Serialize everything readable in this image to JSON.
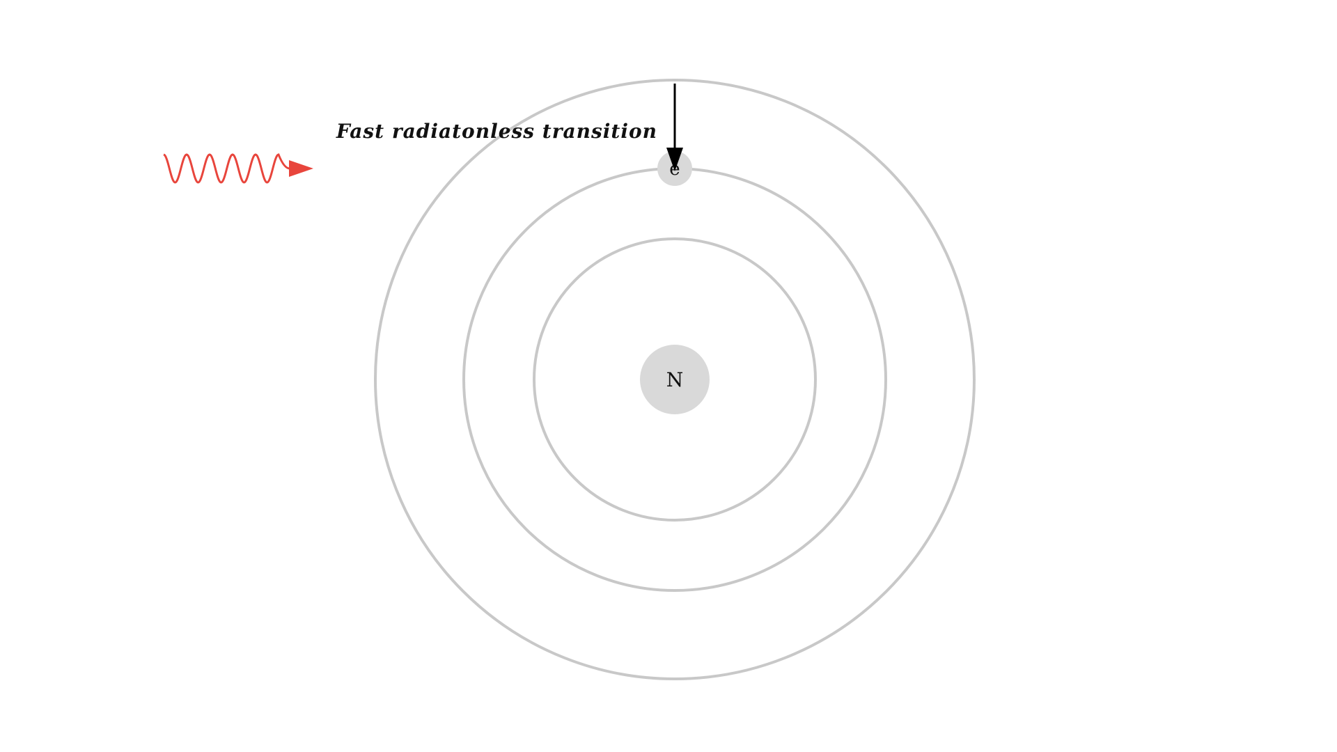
{
  "diagram": {
    "caption": "Fast radiatonless transition",
    "nucleus_label": "N",
    "electron_label": "e",
    "colors": {
      "orbit": "#c8c8c8",
      "particle_fill": "#d9d9d9",
      "photon": "#e8453c",
      "arrow": "#000000",
      "text": "#111111",
      "background": "#ffffff"
    }
  }
}
